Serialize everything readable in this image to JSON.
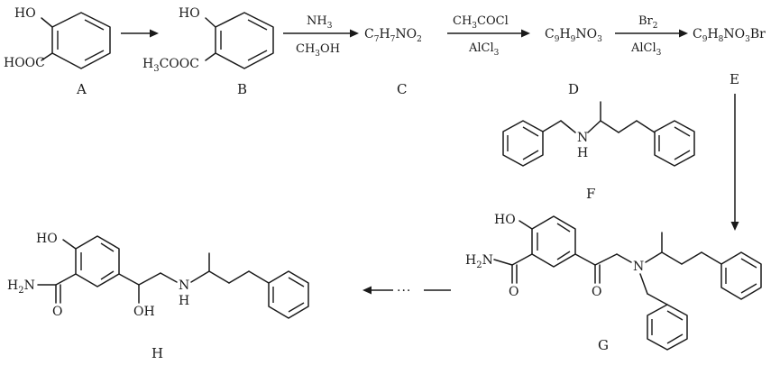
{
  "labels": {
    "A": "A",
    "B": "B",
    "C": "C",
    "D": "D",
    "E": "E",
    "F": "F",
    "G": "G",
    "H": "H"
  },
  "atoms": {
    "A_ho": "HO",
    "A_hooc": "HOOC",
    "B_ho": "HO",
    "B_ester": "H3COOC",
    "F_n": "N",
    "F_h": "H",
    "G_ho": "HO",
    "G_h2n": "H2N",
    "G_o_amide": "O",
    "G_o_ketone": "O",
    "G_n": "N",
    "H_ho": "HO",
    "H_h2n": "H2N",
    "H_o_amide": "O",
    "H_oh": "OH",
    "H_n": "N",
    "H_h": "H"
  },
  "reagents": {
    "r1_top": "NH3",
    "r1_bottom": "CH3OH",
    "r2_top": "CH3COCl",
    "r2_bottom": "AlCl3",
    "r3_top": "Br2",
    "r3_bottom": "AlCl3"
  },
  "formulas": {
    "C": "C7H7NO2",
    "D": "C9H9NO3",
    "E": "C9H8NO3Br"
  },
  "ellipsis": "···"
}
